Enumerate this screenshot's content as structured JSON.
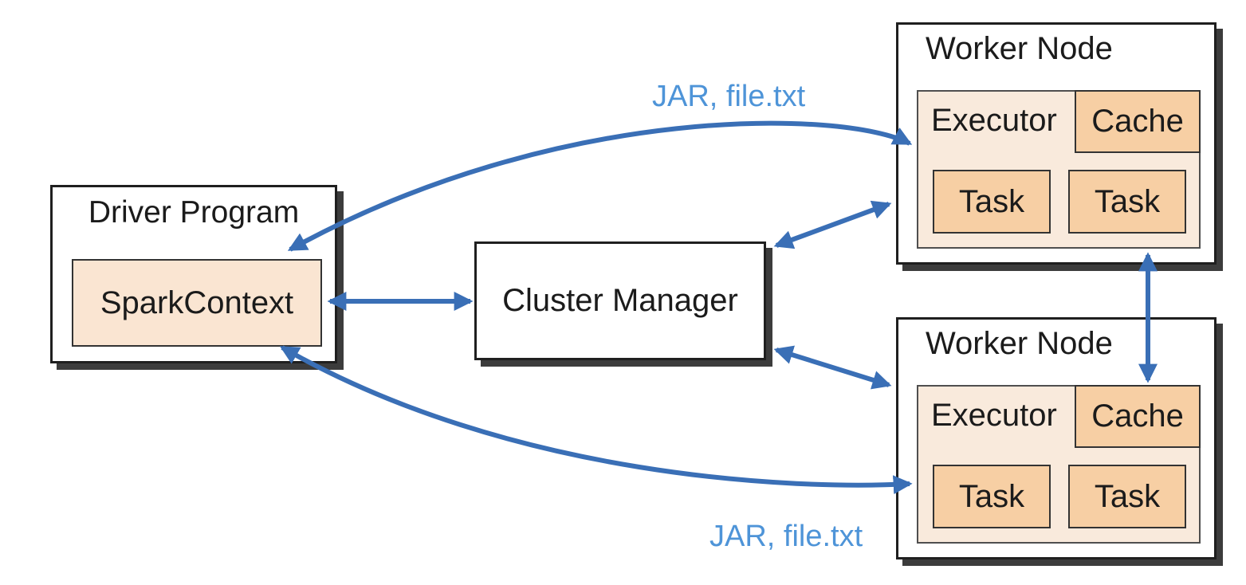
{
  "colors": {
    "arrow": "#3A6FB6",
    "transfer-label": "#4E94D8",
    "fill-light": "#F9EADC",
    "fill-accent": "#F7CFA4",
    "fill-spark": "#FAE5D2",
    "shadow": "#3C3C3C"
  },
  "driver": {
    "title": "Driver Program",
    "spark_context_label": "SparkContext"
  },
  "cluster_manager": {
    "title": "Cluster Manager"
  },
  "workers": [
    {
      "title": "Worker Node",
      "executor_label": "Executor",
      "cache_label": "Cache",
      "tasks": [
        "Task",
        "Task"
      ]
    },
    {
      "title": "Worker Node",
      "executor_label": "Executor",
      "cache_label": "Cache",
      "tasks": [
        "Task",
        "Task"
      ]
    }
  ],
  "transfer_labels": {
    "top": "JAR, file.txt",
    "bottom": "JAR, file.txt"
  }
}
